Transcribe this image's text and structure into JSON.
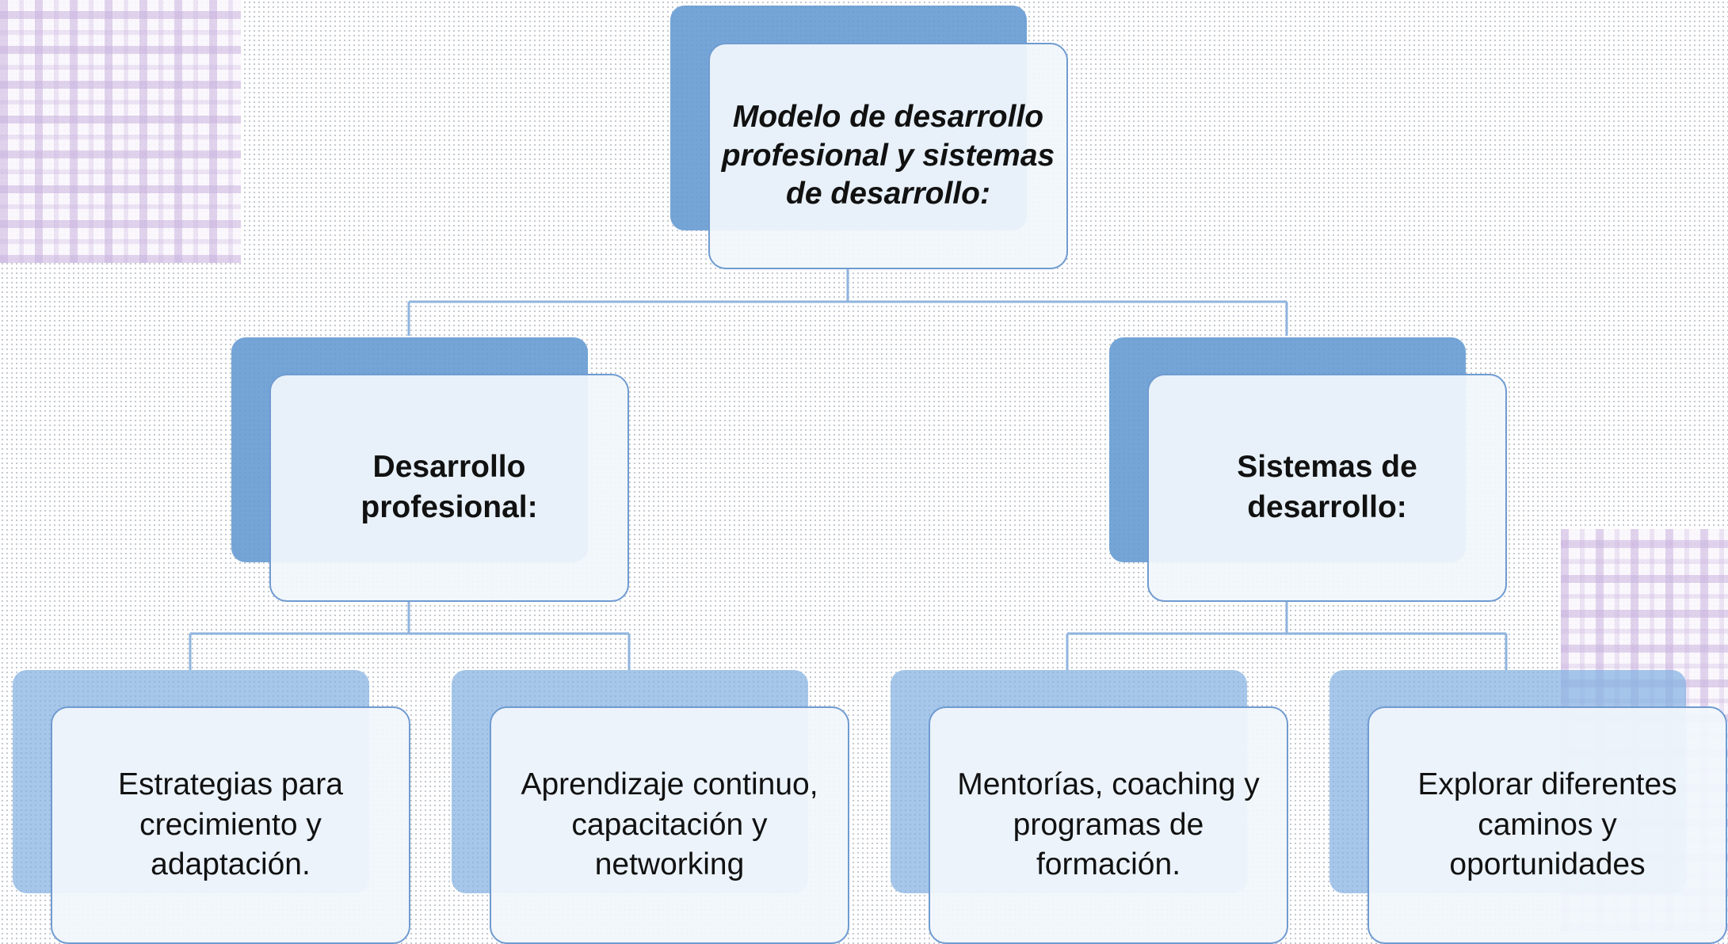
{
  "diagram": {
    "root": {
      "label": "Modelo de desarrollo profesional y sistemas de desarrollo:"
    },
    "branches": [
      {
        "label": "Desarrollo profesional:",
        "children": [
          {
            "label": "Estrategias para crecimiento y adaptación."
          },
          {
            "label": "Aprendizaje continuo, capacitación y networking"
          }
        ]
      },
      {
        "label": "Sistemas de desarrollo:",
        "children": [
          {
            "label": "Mentorías, coaching y programas de formación."
          },
          {
            "label": "Explorar diferentes caminos y oportunidades"
          }
        ]
      }
    ]
  },
  "colors": {
    "box_fill": "#f1f6fc",
    "box_border": "#6f9bd0",
    "shadow_dark": "#6298d2",
    "shadow_light": "#84b2e2",
    "connector": "#8fb4de",
    "plaid": "#c4acdc"
  }
}
